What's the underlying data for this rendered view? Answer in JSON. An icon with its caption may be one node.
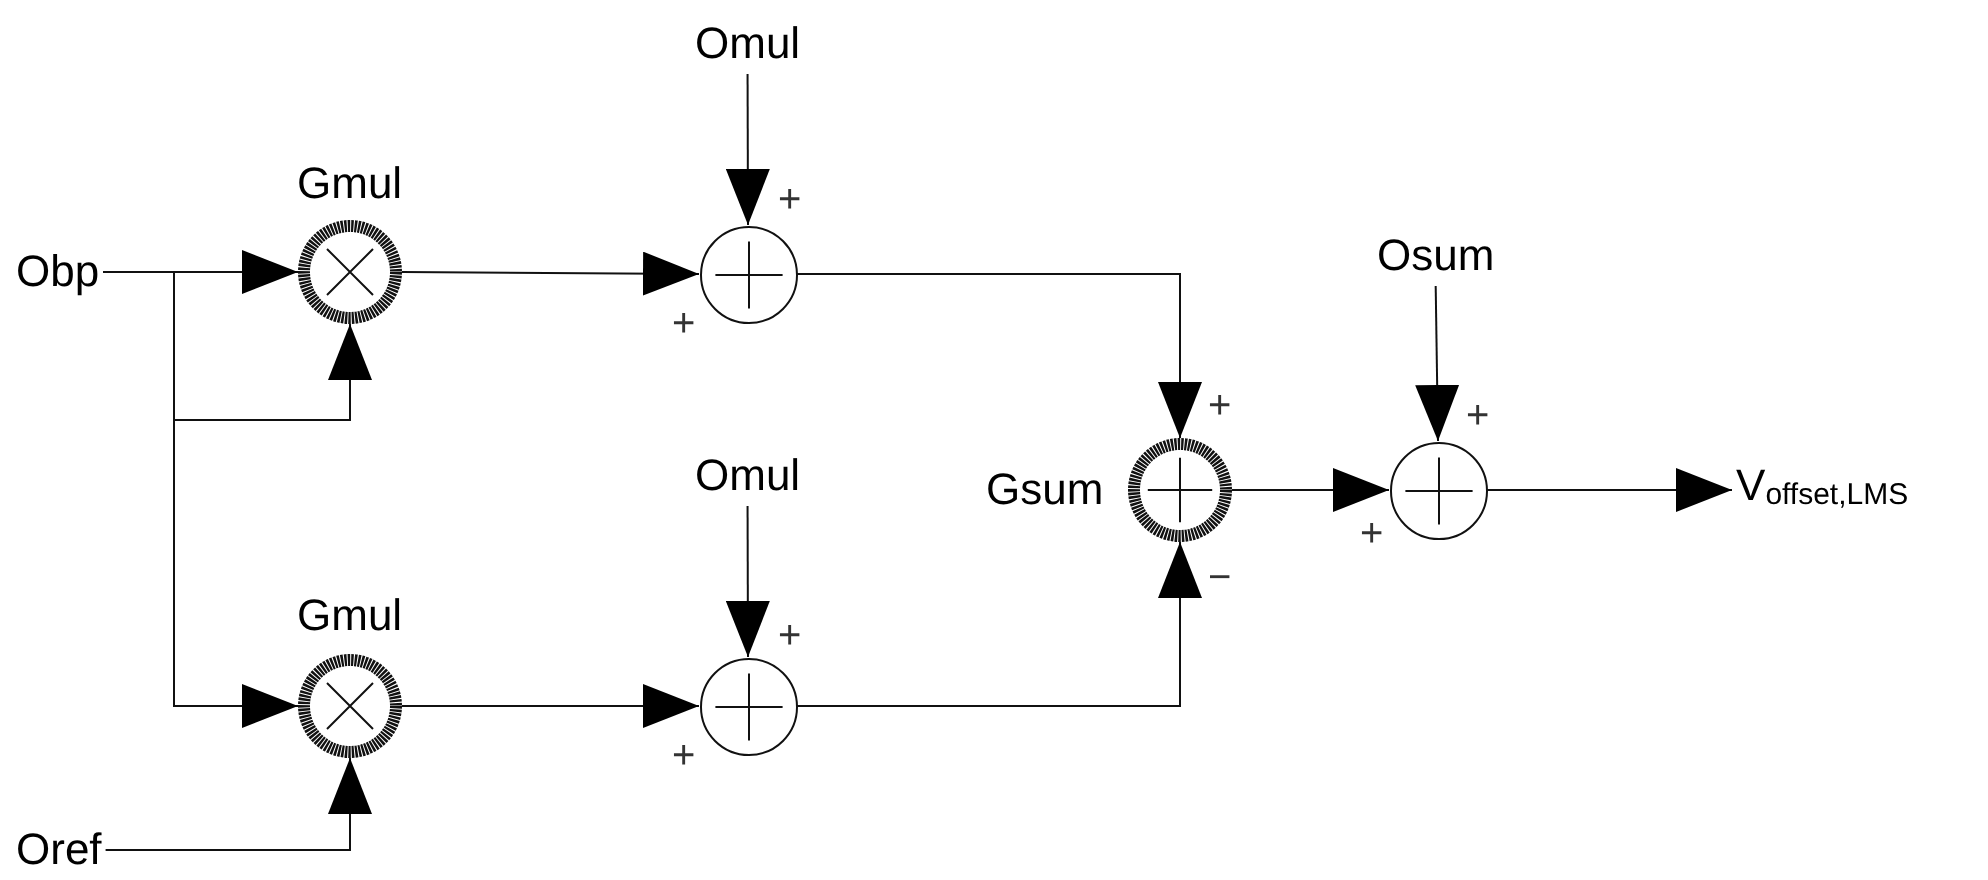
{
  "diagram": {
    "nodes": [
      {
        "text": [
          "Obp"
        ]
      },
      {
        "text": [],
        "shape": "circle",
        "beside": [
          "Gmul"
        ]
      },
      {
        "text": [
          "Omul"
        ]
      },
      {
        "text": [],
        "shape": "circle"
      },
      {
        "text": [],
        "shape": "circle",
        "beside": [
          "Gmul"
        ]
      },
      {
        "text": [
          "Oref"
        ]
      },
      {
        "text": [
          "Omul"
        ]
      },
      {
        "text": [],
        "shape": "circle"
      },
      {
        "text": [],
        "shape": "circle",
        "beside": [
          "Gsum"
        ]
      },
      {
        "text": [
          "Osum"
        ]
      },
      {
        "text": [],
        "shape": "circle"
      },
      {
        "text": [
          "V$_{offset,LMS}$"
        ]
      }
    ],
    "edges": [
      {
        "from": 0,
        "to": 1,
        "arrow": "to"
      },
      {
        "from": 0,
        "to": 1,
        "arrow": "to"
      },
      {
        "from": 0,
        "to": 4,
        "arrow": "to"
      },
      {
        "from": 5,
        "to": 4,
        "arrow": "to"
      },
      {
        "from": 1,
        "to": 3,
        "arrow": "to",
        "label": "+"
      },
      {
        "from": 2,
        "to": 3,
        "arrow": "to",
        "label": "+"
      },
      {
        "from": 4,
        "to": 7,
        "arrow": "to",
        "label": "+"
      },
      {
        "from": 6,
        "to": 7,
        "arrow": "to",
        "label": "+"
      },
      {
        "from": 3,
        "to": 8,
        "arrow": "to",
        "label": "+"
      },
      {
        "from": 7,
        "to": 8,
        "arrow": "to",
        "label": "−"
      },
      {
        "from": 8,
        "to": 10,
        "arrow": "to",
        "label": "+"
      },
      {
        "from": 9,
        "to": 10,
        "arrow": "to",
        "label": "+"
      },
      {
        "from": 10,
        "to": 11,
        "arrow": "to"
      }
    ]
  }
}
